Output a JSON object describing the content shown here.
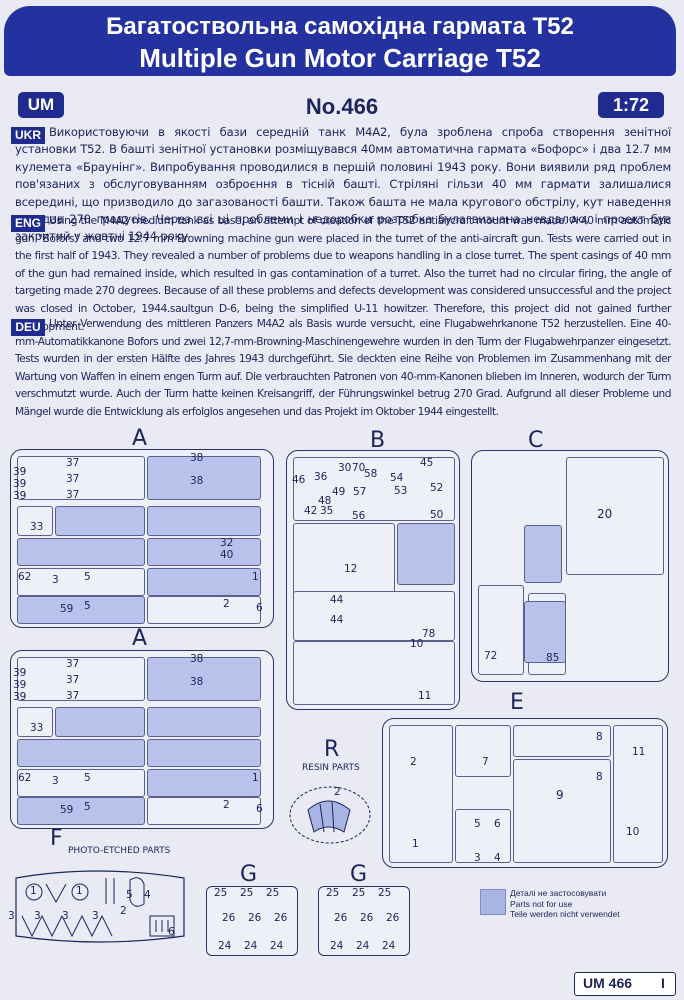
{
  "header": {
    "title_ukr": "Багатоствольна самохідна гармата Т52",
    "title_eng": "Multiple Gun Motor Carriage T52",
    "logo": "UM",
    "number": "No.466",
    "scale": "1:72"
  },
  "intro": {
    "ukr": {
      "tag": "UKR",
      "text": "Використовуючи в якості бази середній танк M4A2, була зроблена спроба створення зенітної установки T52. В башті зенітної установки розміщувався 40мм автоматична гармата «Бофорс» і два 12.7 мм кулемета «Браунінг». Випробування проводилися в першій половині 1943 року. Вони виявили ряд проблем пов'язаних з обслуговуванням озброєння в тісній башті. Стріляні гільзи 40 мм гармати залишалися всередині, що призводило до загазованості башти. Також башта не мала кругового обстрілу, кут наведення складав 270 градусів. Через всі ці проблеми і недоробки розробка була визнана невдалою, і проект був закритий у жовтні 1944 року"
    },
    "eng": {
      "tag": "ENG",
      "text": "Using the M4A2 medium tank as base, an attempt of creation of the T52 antiaircraft mount was made. A 40 mm automatic gun \"Bofors\" and two 12.7 mm Browning machine gun were placed in the turret of the anti-aircraft gun. Tests were carried out in the first half of 1943. They revealed a number of problems due to weapons handling in a close turret. The spent casings of 40 mm of the gun had remained inside, which resulted in gas contamination of a turret. Also the turret had no circular firing, the angle of targeting made 270 degrees. Because of all these problems and defects development was considered unsuccessful and the project was closed in October, 1944.saultgun D-6, being the simplified U-11 howitzer. Therefore, this project did not gained further development."
    },
    "deu": {
      "tag": "DEU",
      "text": "Unter Verwendung des mittleren Panzers M4A2 als Basis wurde versucht, eine Flugabwehrkanone T52 herzustellen. Eine 40-mm-Automatikkanone Bofors und zwei 12,7-mm-Browning-Maschinengewehre wurden in den Turm der Flugabwehrpanzer eingesetzt. Tests wurden in der ersten Hälfte des Jahres 1943 durchgeführt. Sie deckten eine Reihe von Problemen im Zusammenhang mit der Wartung von Waffen in einem engen Turm auf. Die verbrauchten Patronen von 40-mm-Kanonen blieben im Inneren, wodurch der Turm verschmutzt wurde. Auch der Turm hatte keinen Kreisangriff, der Führungswinkel betrug 270 Grad. Aufgrund all dieser Probleme und Mängel wurde die Entwicklung als erfolglos angesehen und das Projekt im Oktober 1944 eingestellt."
    }
  },
  "sprues": {
    "A": "A",
    "B": "B",
    "C": "C",
    "E": "E",
    "F": "F",
    "G": "G",
    "R": "R",
    "resin_caption": "RESIN PARTS",
    "photo_caption": "PHOTO-ETCHED PARTS"
  },
  "parts": {
    "a_tracks": [
      "39",
      "39",
      "39",
      "37",
      "37",
      "37",
      "38",
      "38"
    ],
    "a_rows": [
      "33",
      "32",
      "40",
      "62",
      "3",
      "5",
      "59",
      "5",
      "2",
      "6",
      "1"
    ],
    "b": [
      "46",
      "36",
      "30",
      "70",
      "58",
      "54",
      "45",
      "48",
      "49",
      "57",
      "53",
      "52",
      "42",
      "35",
      "56",
      "50",
      "12",
      "44",
      "44",
      "78",
      "10",
      "11"
    ],
    "c": [
      "20",
      "72",
      "85"
    ],
    "e": [
      "2",
      "7",
      "8",
      "9",
      "1",
      "5",
      "6",
      "3",
      "4",
      "11",
      "10",
      "8"
    ],
    "f": [
      "1",
      "1",
      "5",
      "4",
      "2",
      "3",
      "3",
      "3",
      "3",
      "6"
    ],
    "g": [
      "25",
      "25",
      "25",
      "26",
      "26",
      "26",
      "24",
      "24",
      "24"
    ],
    "r": [
      "2"
    ]
  },
  "legend": {
    "line1": "Деталі не застосовувати",
    "line2": "Parts not for use",
    "line3": "Teile werden nicht verwendet"
  },
  "footer": {
    "code": "UM 466",
    "page": "I"
  },
  "colors": {
    "brand": "#1f2b8e",
    "unused": "#b8c2ea",
    "ink": "#1c2459"
  }
}
